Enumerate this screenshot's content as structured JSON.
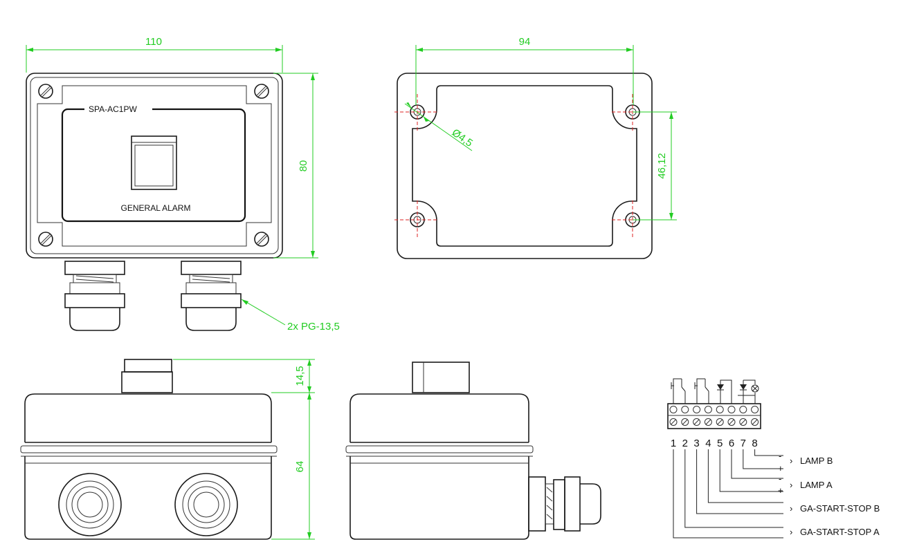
{
  "front_view": {
    "model_label": "SPA-AC1PW",
    "panel_label": "GENERAL ALARM",
    "width_dim": "110",
    "height_dim": "80",
    "gland_callout": "2x PG-13,5"
  },
  "mounting_view": {
    "hole_spacing_dim": "94",
    "hole_vertical_dim": "46,12",
    "hole_diameter_dim": "Ø4,5"
  },
  "side_views": {
    "button_height_dim": "14,5",
    "body_height_dim": "64"
  },
  "terminals": {
    "numbers": [
      "1",
      "2",
      "3",
      "4",
      "5",
      "6",
      "7",
      "8"
    ],
    "signals": [
      {
        "minus": "-",
        "plus": "+",
        "name": "LAMP B"
      },
      {
        "minus": "-",
        "plus": "+",
        "name": "LAMP A"
      },
      {
        "name": "GA-START-STOP B"
      },
      {
        "name": "GA-START-STOP A"
      }
    ],
    "arrow": "›"
  },
  "colors": {
    "dimension": "#22cc22",
    "centerline": "#dd2222",
    "outline": "#1a1a1a"
  }
}
